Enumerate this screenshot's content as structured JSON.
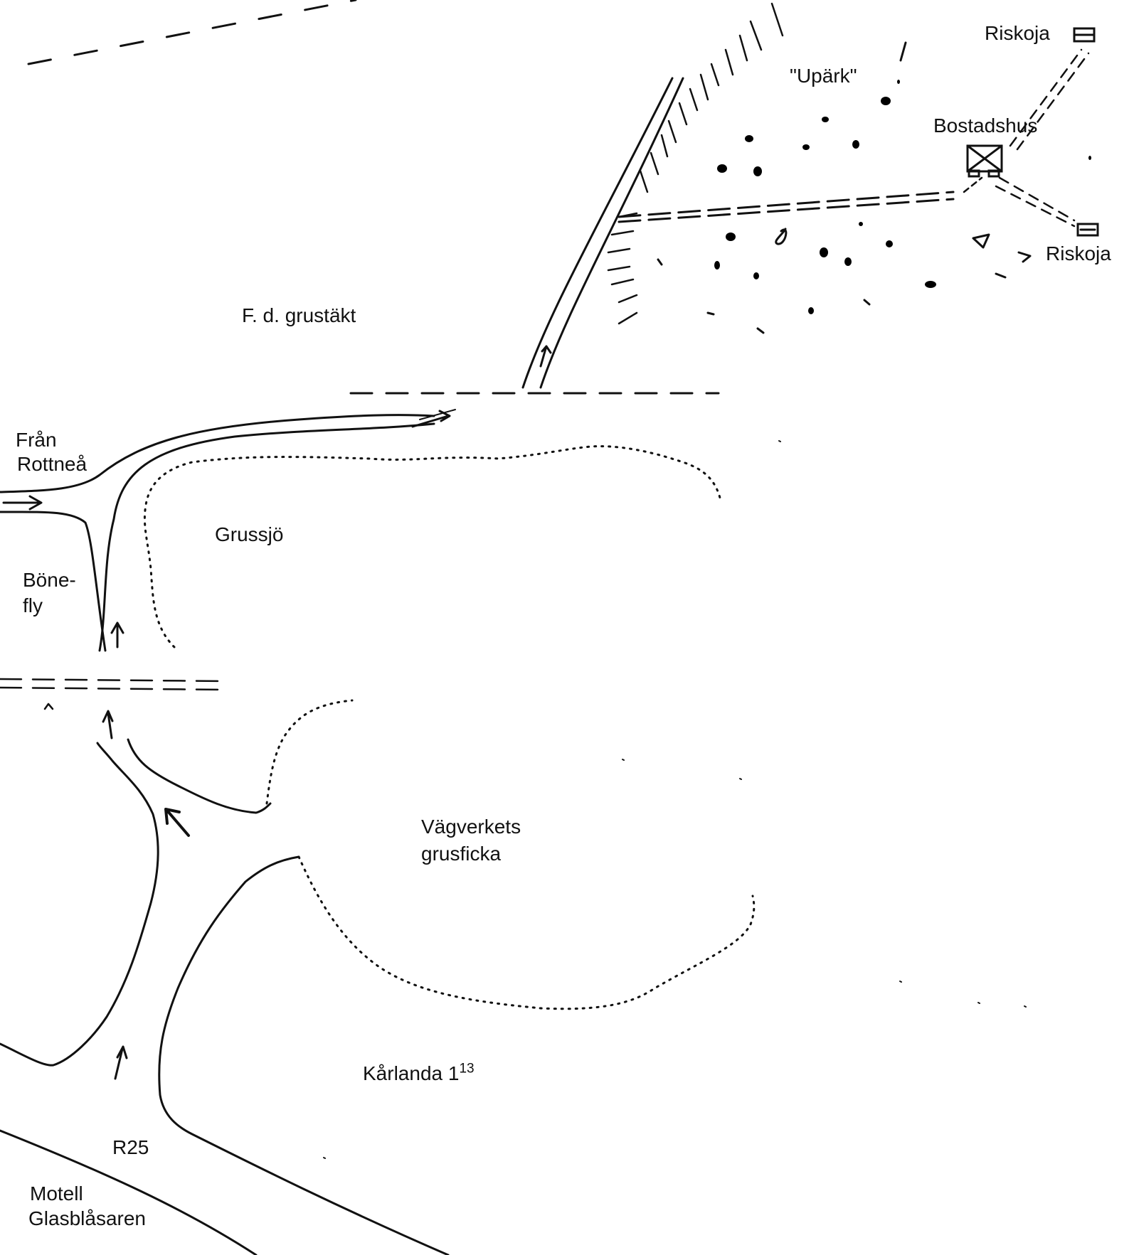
{
  "labels": {
    "riskoja_top": "Riskoja",
    "upark": "\"Upärk\"",
    "bostadshus": "Bostadshus",
    "riskoja_right": "Riskoja",
    "gustakt": "F. d. grustäkt",
    "fran_rottnea_1": "Från",
    "fran_rottnea_2": "Rottneå",
    "grussjo": "Grussjö",
    "bonefly_1": "Böne-",
    "bonefly_2": "fly",
    "vagverkets_1": "Vägverkets",
    "vagverkets_2": "grusficka",
    "karlanda": "Kårlanda 1",
    "karlanda_sup": "13",
    "r25": "R25",
    "motell_1": "Motell",
    "motell_2": "Glasblåsaren"
  },
  "icons": [
    "house-icon",
    "hut-icon",
    "arrow-icon",
    "tree-mark-icon"
  ],
  "colors": {
    "ink": "#111111",
    "paper": "#ffffff"
  }
}
